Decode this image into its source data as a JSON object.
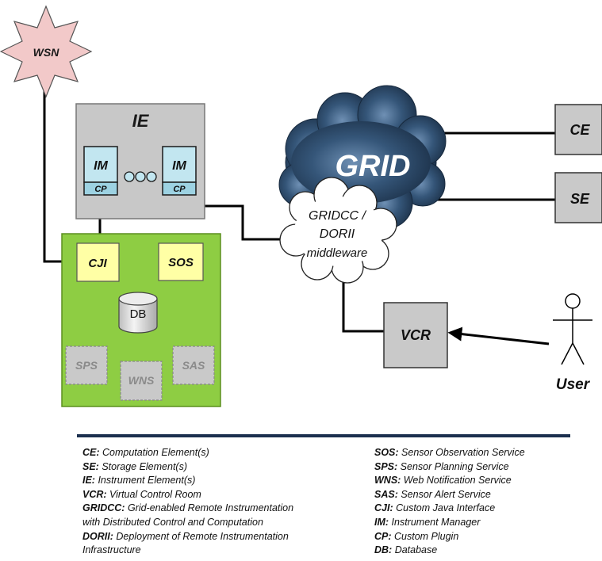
{
  "nodes": {
    "wsn": "WSN",
    "ie": "IE",
    "im": "IM",
    "cp": "CP",
    "grid": "GRID",
    "middleware": [
      "GRIDCC /",
      "DORII",
      "middleware"
    ],
    "ce": "CE",
    "se": "SE",
    "cji": "CJI",
    "sos": "SOS",
    "db": "DB",
    "sps": "SPS",
    "wns": "WNS",
    "sas": "SAS",
    "vcr": "VCR",
    "user": "User"
  },
  "colors": {
    "ie_box": "#c8c8c8",
    "im_box": "#c2e6f0",
    "sensor_area": "#8ecd43",
    "yellow_box": "#ffffa5",
    "grey_box": "#c9c9c9",
    "wsn_star": "#f2c9c9",
    "cloud_dark": "#1f3a55",
    "divider": "#1b2f4e"
  },
  "legend": {
    "left": [
      {
        "key": "CE:",
        "text": " Computation Element(s)"
      },
      {
        "key": "SE:",
        "text": " Storage Element(s)"
      },
      {
        "key": "IE:",
        "text": " Instrument Element(s)"
      },
      {
        "key": "VCR:",
        "text": " Virtual Control Room"
      },
      {
        "key": "GRIDCC:",
        "text": " Grid-enabled Remote Instrumentation"
      },
      {
        "key": "",
        "text": "with Distributed Control and Computation"
      },
      {
        "key": "DORII:",
        "text": " Deployment of Remote Instrumentation"
      },
      {
        "key": "",
        "text": "Infrastructure"
      }
    ],
    "right": [
      {
        "key": "SOS:",
        "text": " Sensor Observation Service"
      },
      {
        "key": "SPS:",
        "text": " Sensor Planning Service"
      },
      {
        "key": "WNS:",
        "text": " Web Notification Service"
      },
      {
        "key": "SAS:",
        "text": " Sensor Alert Service"
      },
      {
        "key": "CJI:",
        "text": " Custom Java Interface"
      },
      {
        "key": "IM:",
        "text": " Instrument Manager"
      },
      {
        "key": "CP:",
        "text": " Custom Plugin"
      },
      {
        "key": "DB:",
        "text": " Database"
      }
    ]
  }
}
